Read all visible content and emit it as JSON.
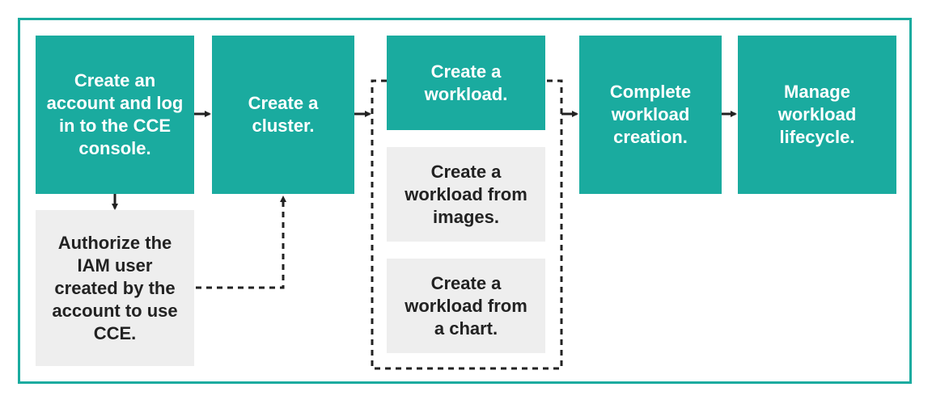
{
  "steps": {
    "create_account": "Create an account and log in to the CCE console.",
    "authorize_iam": "Authorize the IAM user created by the account to use CCE.",
    "create_cluster": "Create a cluster.",
    "create_workload": "Create a workload.",
    "workload_from_images": "Create a workload from images.",
    "workload_from_chart": "Create a workload from a chart.",
    "complete_creation": "Complete workload creation.",
    "manage_lifecycle": "Manage workload lifecycle."
  },
  "colors": {
    "frame": "#1aab9f",
    "primary_box": "#1aab9f",
    "secondary_box": "#eeeeee",
    "arrow": "#222222"
  }
}
